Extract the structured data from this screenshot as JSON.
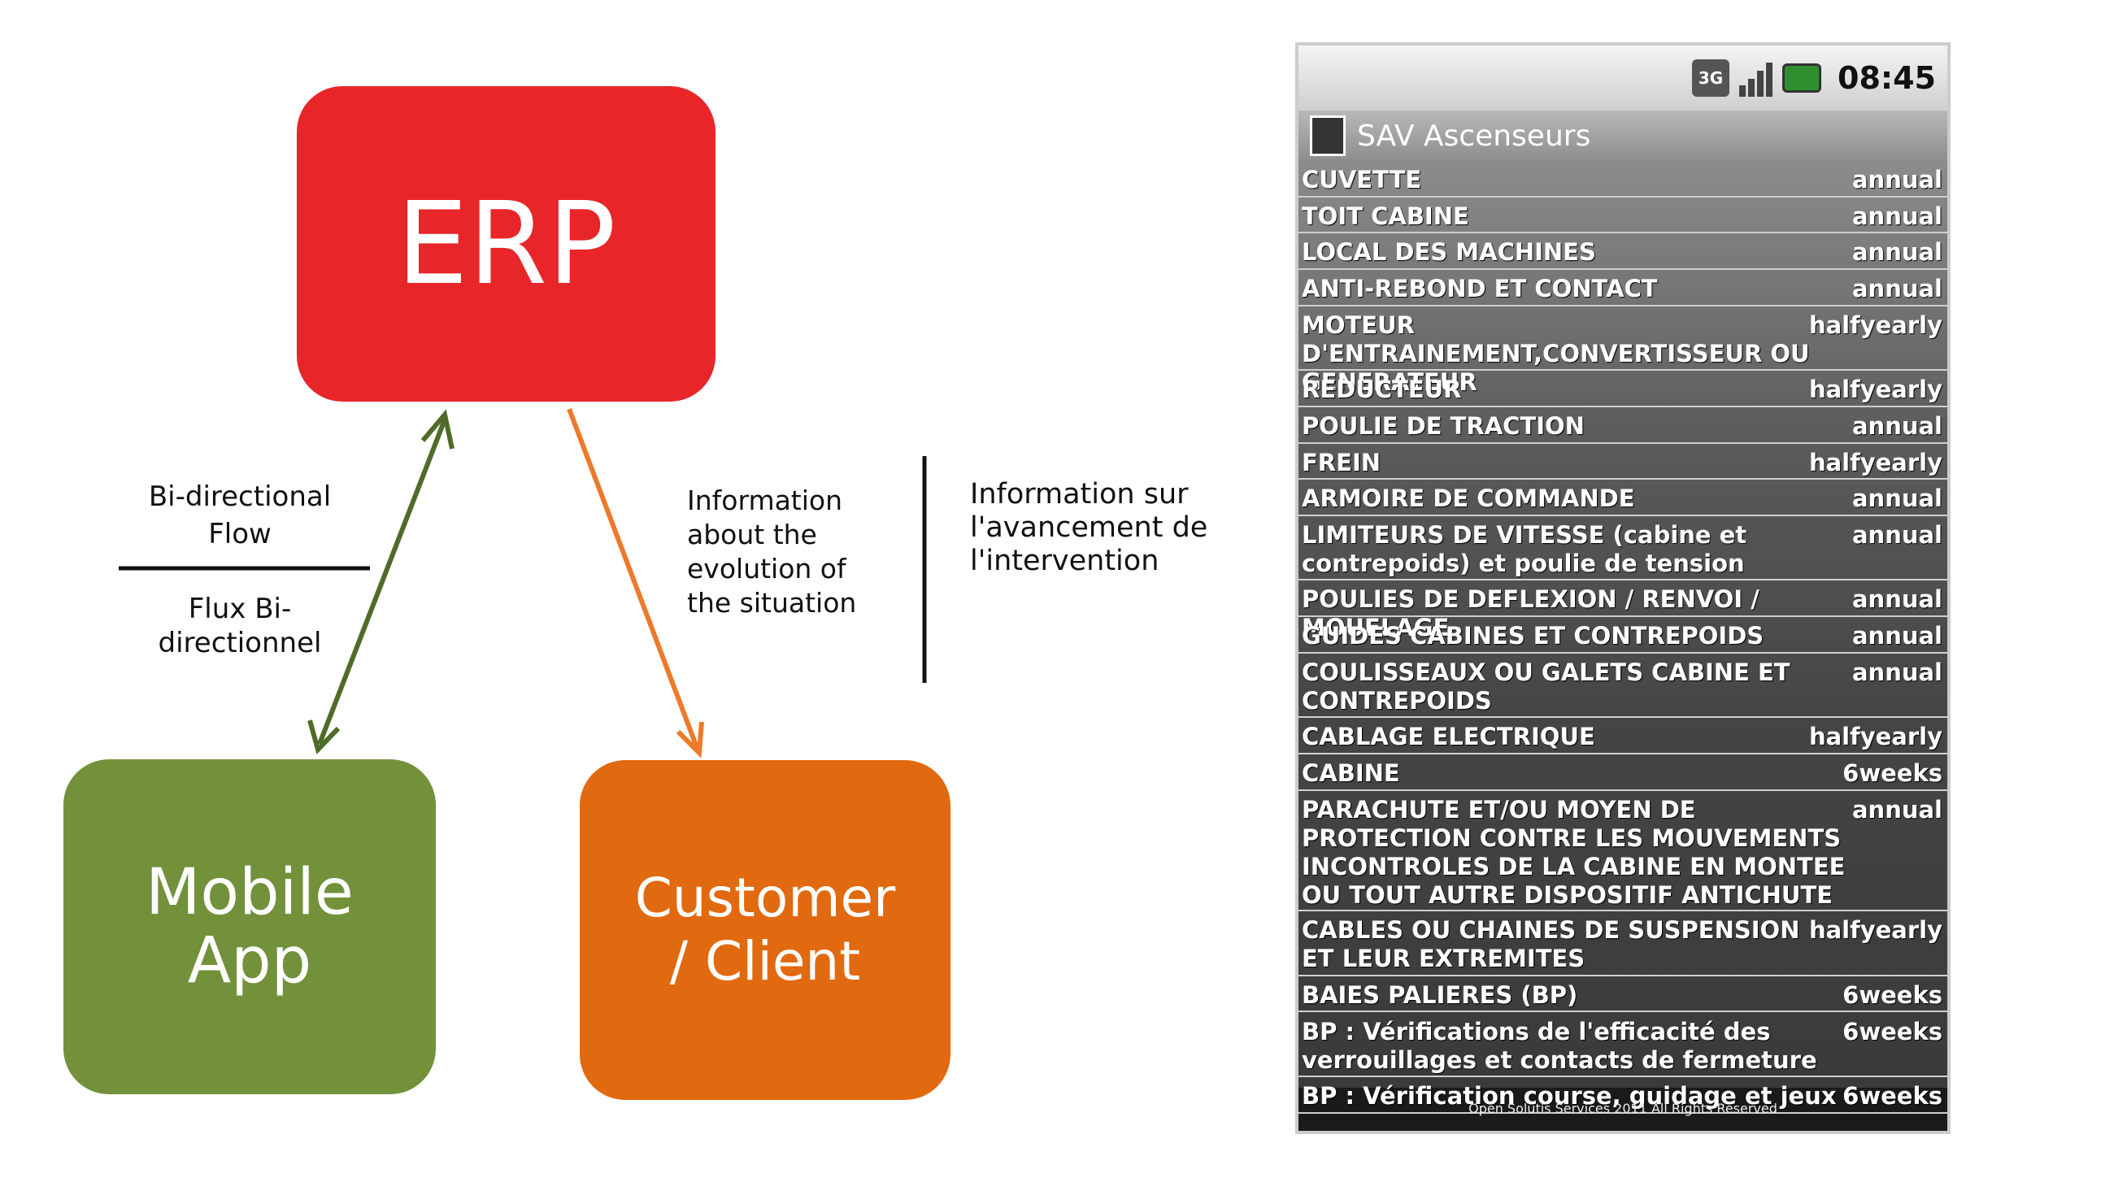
{
  "diagram": {
    "erp_label": "ERP",
    "mobile_label": "Mobile App",
    "client_label": "Customer / Client",
    "bidir_en": "Bi-directional Flow",
    "bidir_fr": "Flux Bi-directionnel",
    "info_en": "Information about the evolution of the situation",
    "info_fr": "Information sur l'avancement de l'intervention",
    "colors": {
      "erp": "#e8262a",
      "mobile": "#72913a",
      "client": "#e1690f",
      "arrow_green": "#4f6b2a",
      "arrow_orange": "#ec7a2a"
    }
  },
  "phone": {
    "status": {
      "network": "3G",
      "time": "08:45",
      "icons": [
        "network-3g-icon",
        "signal-icon",
        "battery-icon"
      ]
    },
    "app_title": "SAV Ascenseurs",
    "items": [
      {
        "name": "CUVETTE",
        "freq": "annual"
      },
      {
        "name": "TOIT CABINE",
        "freq": "annual"
      },
      {
        "name": "LOCAL DES MACHINES",
        "freq": "annual"
      },
      {
        "name": "ANTI-REBOND ET CONTACT",
        "freq": "annual"
      },
      {
        "name": "MOTEUR D'ENTRAINEMENT,CONVERTISSEUR OU GENERATEUR",
        "freq": "halfyearly"
      },
      {
        "name": "REDUCTEUR",
        "freq": "halfyearly"
      },
      {
        "name": "POULIE DE TRACTION",
        "freq": "annual"
      },
      {
        "name": "FREIN",
        "freq": "halfyearly"
      },
      {
        "name": "ARMOIRE DE COMMANDE",
        "freq": "annual"
      },
      {
        "name": "LIMITEURS DE VITESSE (cabine et contrepoids) et poulie de tension",
        "freq": "annual"
      },
      {
        "name": "POULIES DE DEFLEXION / RENVOI / MOUFLAGE",
        "freq": "annual"
      },
      {
        "name": "GUIDES CABINES ET CONTREPOIDS",
        "freq": "annual"
      },
      {
        "name": "COULISSEAUX OU GALETS CABINE ET CONTREPOIDS",
        "freq": "annual"
      },
      {
        "name": "CABLAGE ELECTRIQUE",
        "freq": "halfyearly"
      },
      {
        "name": "CABINE",
        "freq": "6weeks"
      },
      {
        "name": "PARACHUTE ET/OU MOYEN DE PROTECTION CONTRE LES MOUVEMENTS INCONTROLES DE LA CABINE EN MONTEE OU TOUT AUTRE DISPOSITIF ANTICHUTE",
        "freq": "annual"
      },
      {
        "name": "CABLES OU CHAINES DE SUSPENSION ET LEUR EXTREMITES",
        "freq": "halfyearly"
      },
      {
        "name": "BAIES PALIERES (BP)",
        "freq": "6weeks"
      },
      {
        "name": "BP : Vérifications de l'efficacité des verrouillages et contacts de fermeture",
        "freq": "6weeks"
      },
      {
        "name": "BP : Vérification course, guidage et jeux",
        "freq": "6weeks"
      }
    ],
    "footer": "Open Solutis Services 2011 All Rights Reserved"
  }
}
